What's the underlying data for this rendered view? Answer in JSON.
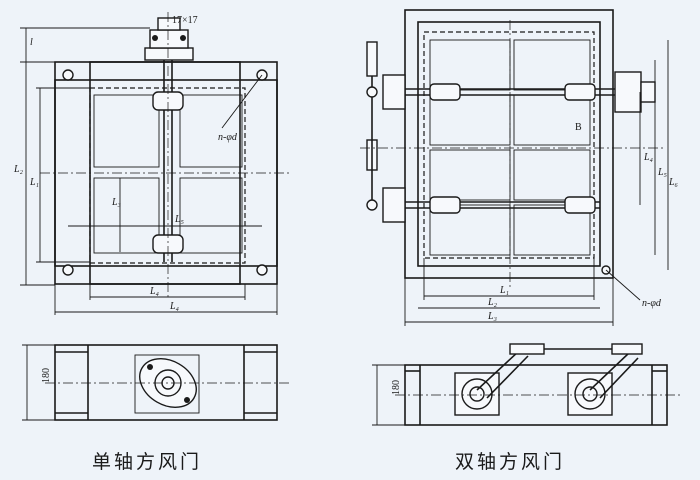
{
  "captions": {
    "single": "单轴方风门",
    "double": "双轴方风门"
  },
  "single_labels": {
    "shaft_size": "17×17",
    "l": "l",
    "L2": "L₂",
    "L1": "L₁",
    "L3": "L₃",
    "L5": "L₅",
    "L4": "L₄",
    "L4b": "L₄",
    "nphid": "n-φd",
    "height": "180"
  },
  "double_labels": {
    "B": "B",
    "L1": "L₁",
    "L2": "L₂",
    "L3": "L₃",
    "L4": "L₄",
    "L5": "L₅",
    "L6": "L₆",
    "nphid": "n-φd",
    "height": "180"
  }
}
